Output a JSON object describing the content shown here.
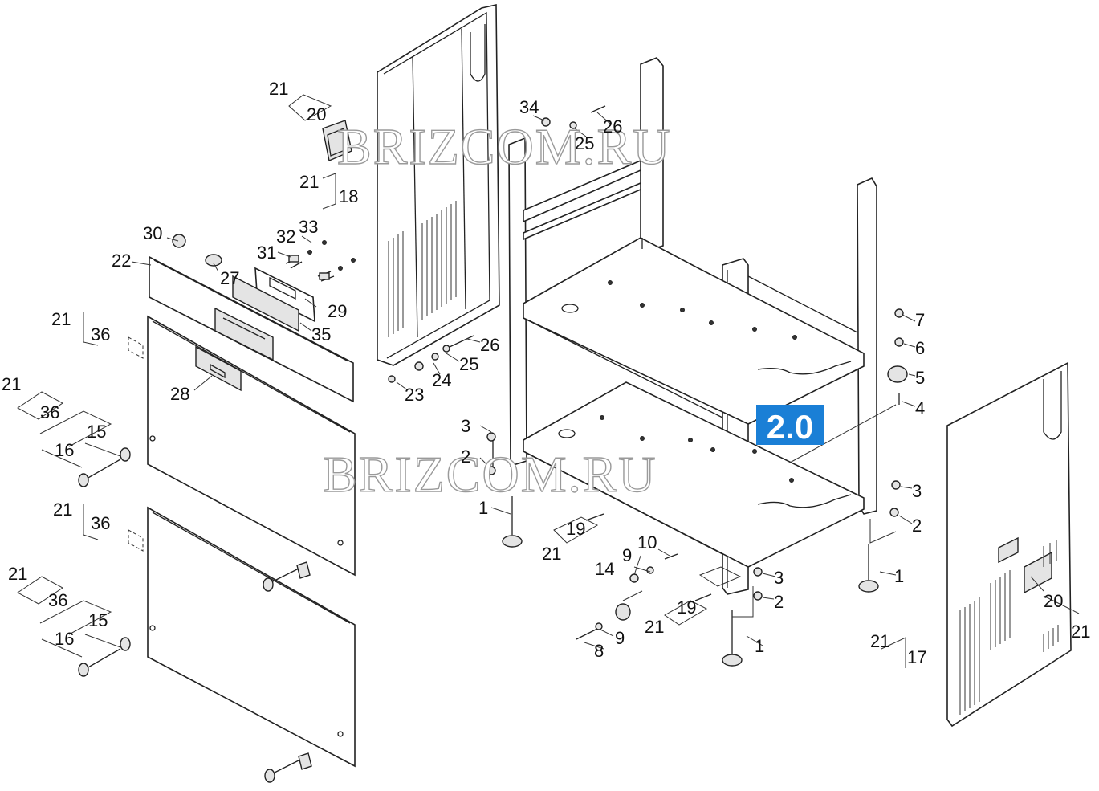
{
  "watermarks": [
    "BRIZCOM.RU",
    "BRIZCOM.RU"
  ],
  "assembly_badge": {
    "text": "2.0",
    "color": "#1a7fd6"
  },
  "callouts": [
    "21",
    "20",
    "21",
    "18",
    "30",
    "22",
    "27",
    "32",
    "33",
    "31",
    "29",
    "35",
    "21",
    "36",
    "28",
    "21",
    "36",
    "15",
    "16",
    "21",
    "36",
    "21",
    "36",
    "15",
    "16",
    "34",
    "25",
    "26",
    "26",
    "25",
    "24",
    "23",
    "3",
    "2",
    "1",
    "19",
    "21",
    "10",
    "9",
    "14",
    "19",
    "21",
    "9",
    "8",
    "3",
    "2",
    "1",
    "7",
    "6",
    "5",
    "4",
    "3",
    "2",
    "1",
    "20",
    "21",
    "21",
    "17"
  ]
}
